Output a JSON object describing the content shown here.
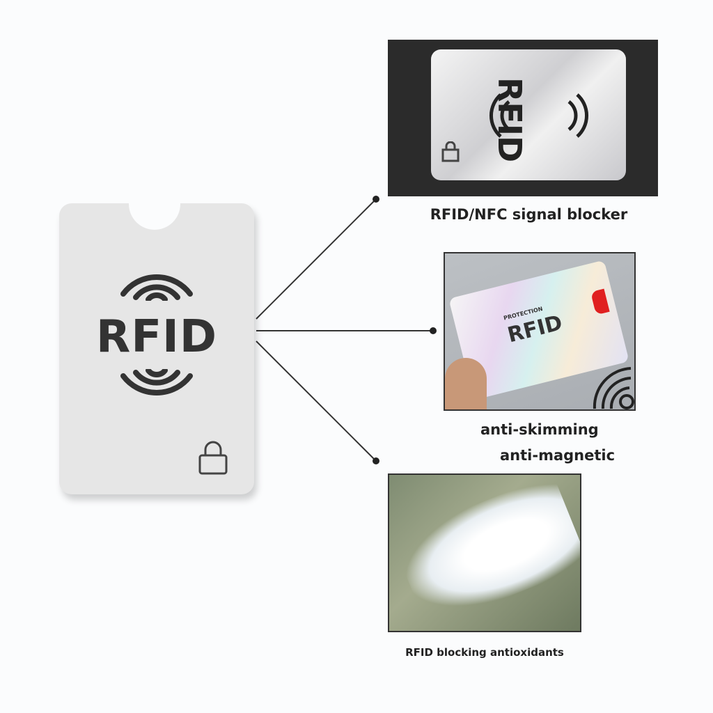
{
  "main_card": {
    "label": "RFID"
  },
  "features": [
    {
      "label": "RFID/NFC signal blocker",
      "image_text": "RFID"
    },
    {
      "label_line1": "anti-skimming",
      "label_line2": "anti-magnetic",
      "image_text": "RFID",
      "image_subtext": "PROTECTION"
    },
    {
      "label": "RFID blocking antioxidants"
    }
  ]
}
